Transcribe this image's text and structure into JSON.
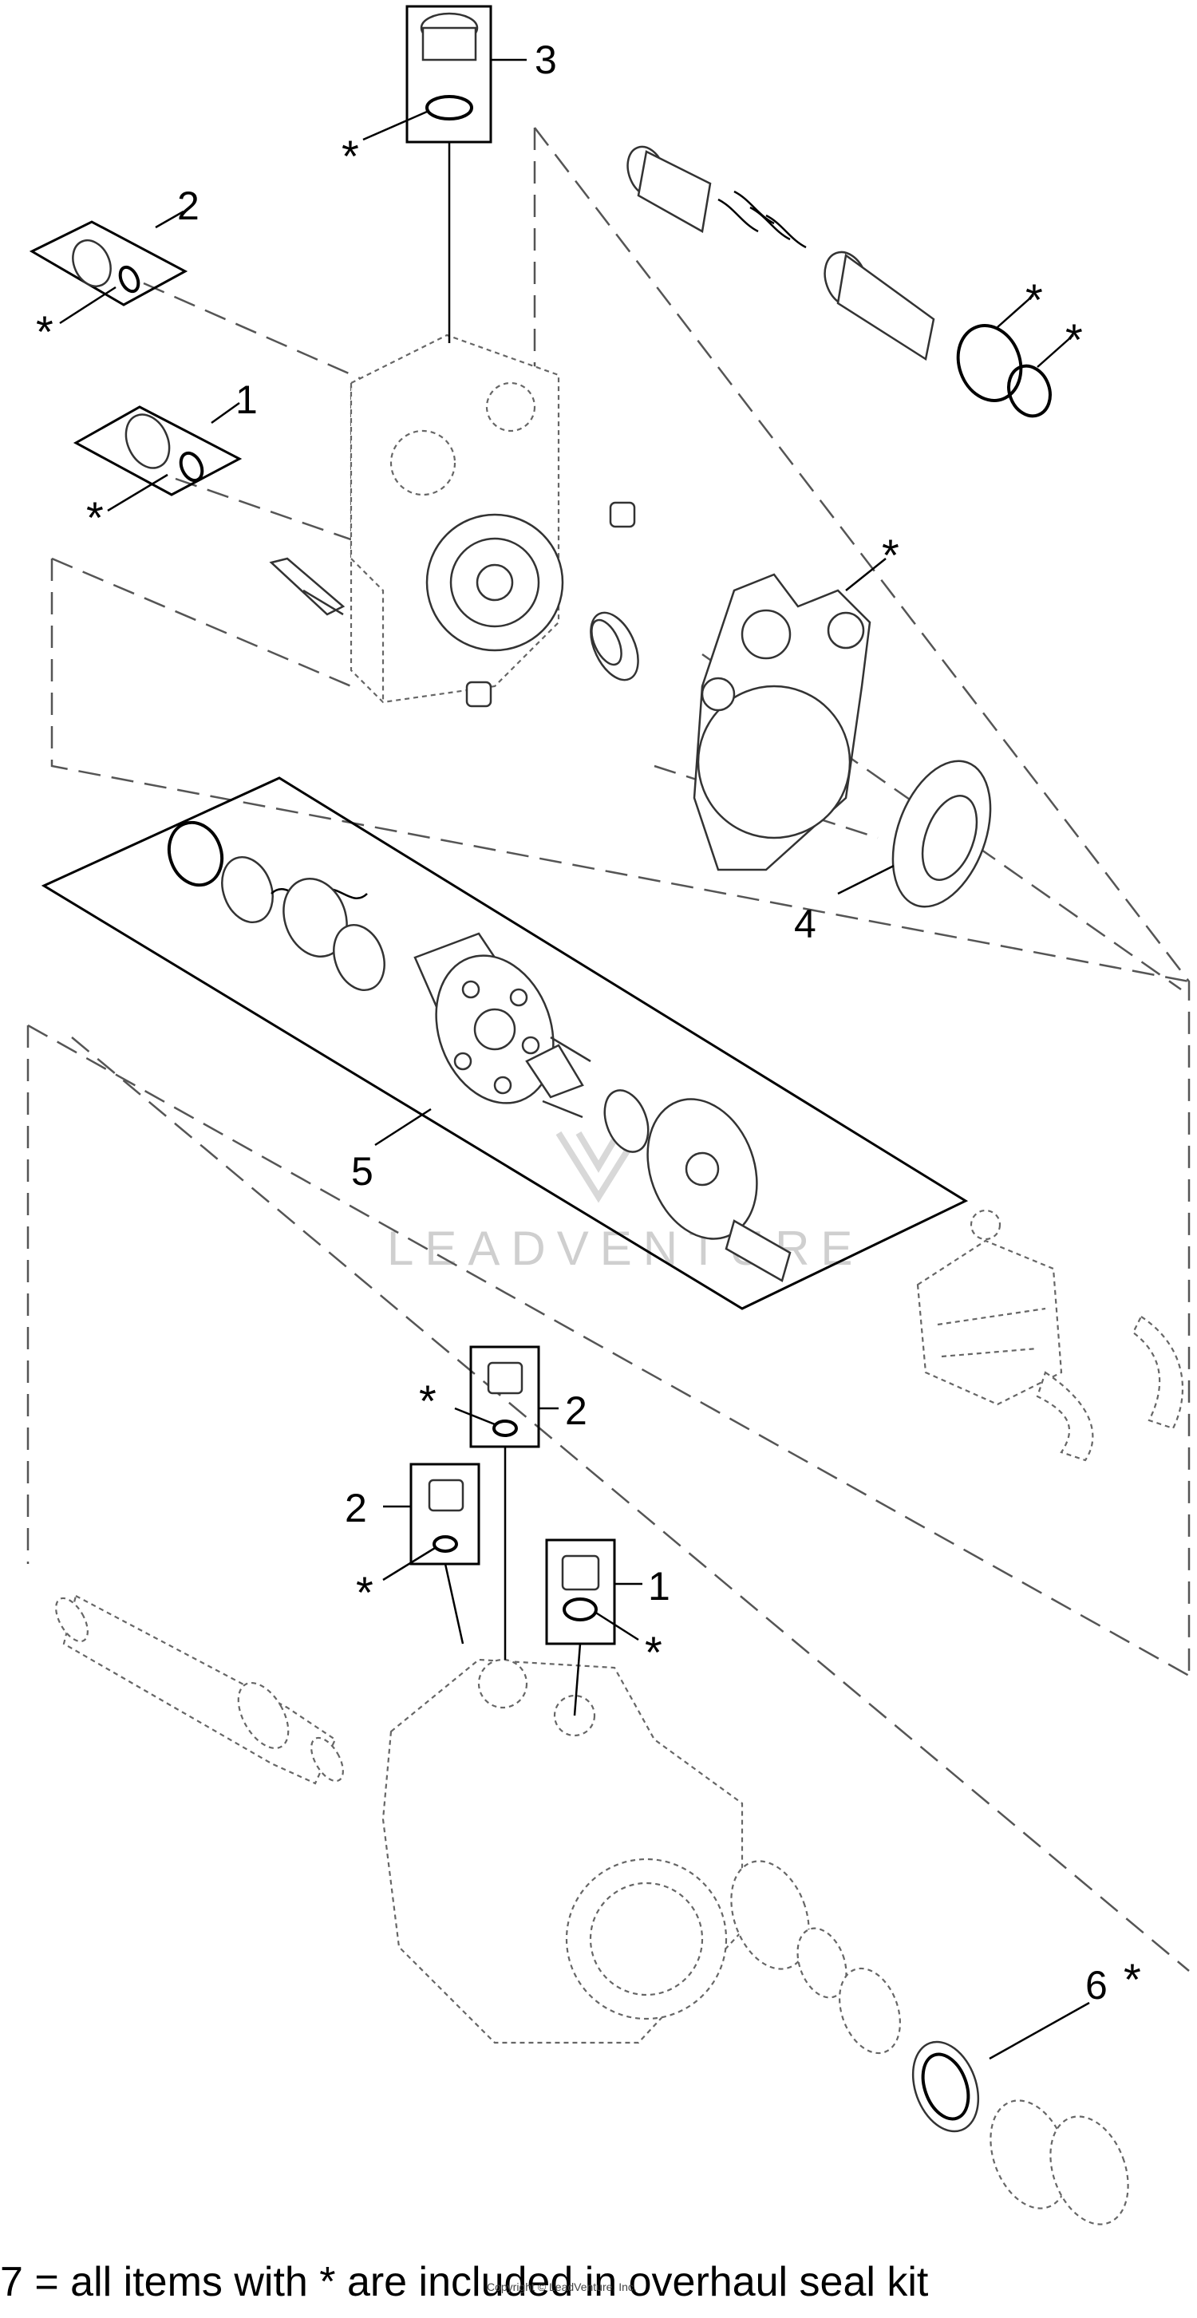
{
  "callouts": {
    "c1_top": "1",
    "c2_top": "2",
    "c3_top": "3",
    "c4": "4",
    "c5": "5",
    "c2_mid": "2",
    "c2_left": "2",
    "c1_bottom": "1",
    "c6": "6"
  },
  "asterisk": "*",
  "watermark": "LEADVENTURE",
  "footer_note": "7 = all items with * are included in overhaul seal kit",
  "copyright": "Copyright © LeadVenture, Inc."
}
